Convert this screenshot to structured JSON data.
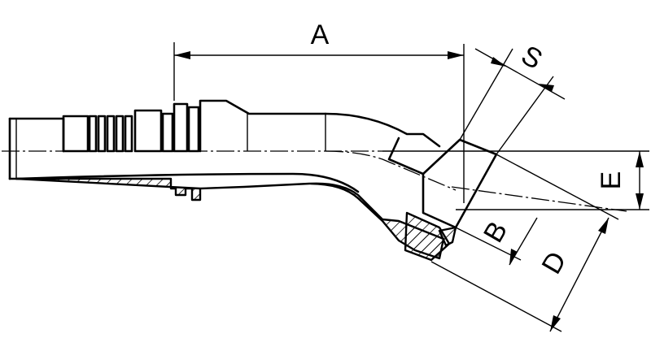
{
  "dimensions": {
    "a": "A",
    "s": "S",
    "e": "E",
    "b": "B",
    "d": "D"
  }
}
